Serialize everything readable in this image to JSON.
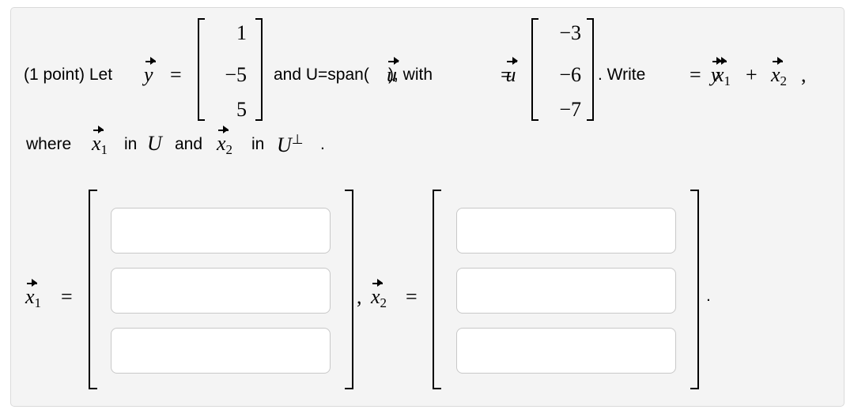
{
  "problem": {
    "intro": "(1 point) Let",
    "y_label": "y",
    "equals": "=",
    "y_vector": [
      "1",
      "−5",
      "5"
    ],
    "and_text": "and U=span(",
    "u_letter": "u",
    "with_text": "), with",
    "u_label": "u",
    "u_vector": [
      "−3",
      "−6",
      "−7"
    ],
    "write_text": ". Write",
    "plus": "+",
    "comma": ",",
    "sub1": "1",
    "sub2": "2",
    "where_text": "where",
    "in_text": "in",
    "U_letter": "U",
    "and_word": "and",
    "U_perp": "U",
    "perp": "⊥",
    "period": "."
  },
  "answer": {
    "x1_label": "x",
    "x1_sub": "1",
    "equals": "=",
    "separator": ",",
    "x2_label": "x",
    "x2_sub": "2",
    "end_period": ".",
    "x1_inputs": [
      "",
      "",
      ""
    ],
    "x2_inputs": [
      "",
      "",
      ""
    ]
  }
}
